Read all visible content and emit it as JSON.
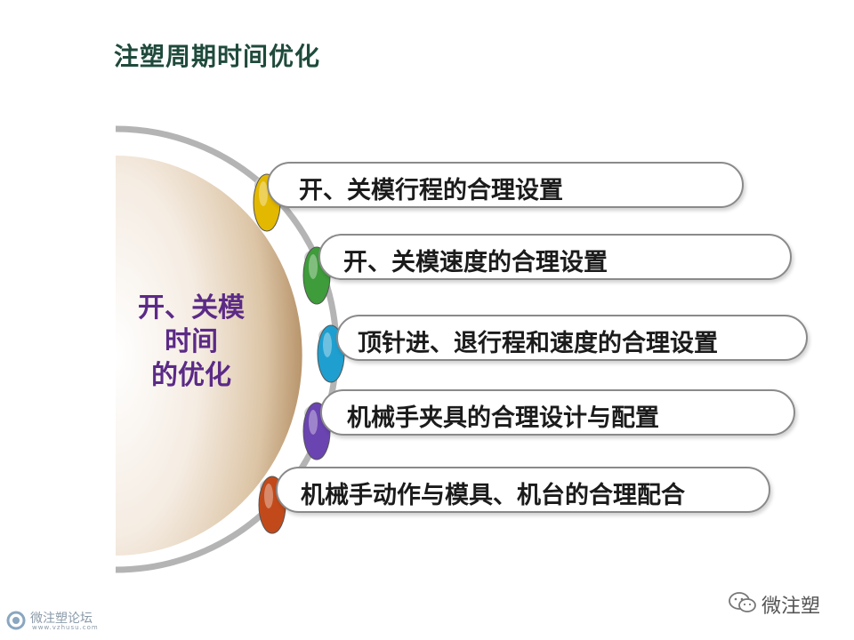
{
  "title": "注塑周期时间优化",
  "center_label": [
    "开、关模",
    "时间",
    "的优化"
  ],
  "items": [
    {
      "label": "开、关模行程的合理设置",
      "color": "#e3b800"
    },
    {
      "label": "开、关模速度的合理设置",
      "color": "#3e9c3a"
    },
    {
      "label": "顶针进、退行程和速度的合理设置",
      "color": "#1f9fcf"
    },
    {
      "label": "机械手夹具的合理设计与配置",
      "color": "#6a44b0"
    },
    {
      "label": "机械手动作与模具、机台的合理配合",
      "color": "#c24a1a"
    }
  ],
  "watermark_left": {
    "name": "微注塑论坛",
    "url": "www.vzhusu.com"
  },
  "watermark_right": {
    "name": "微注塑",
    "icon": "wechat-icon"
  }
}
